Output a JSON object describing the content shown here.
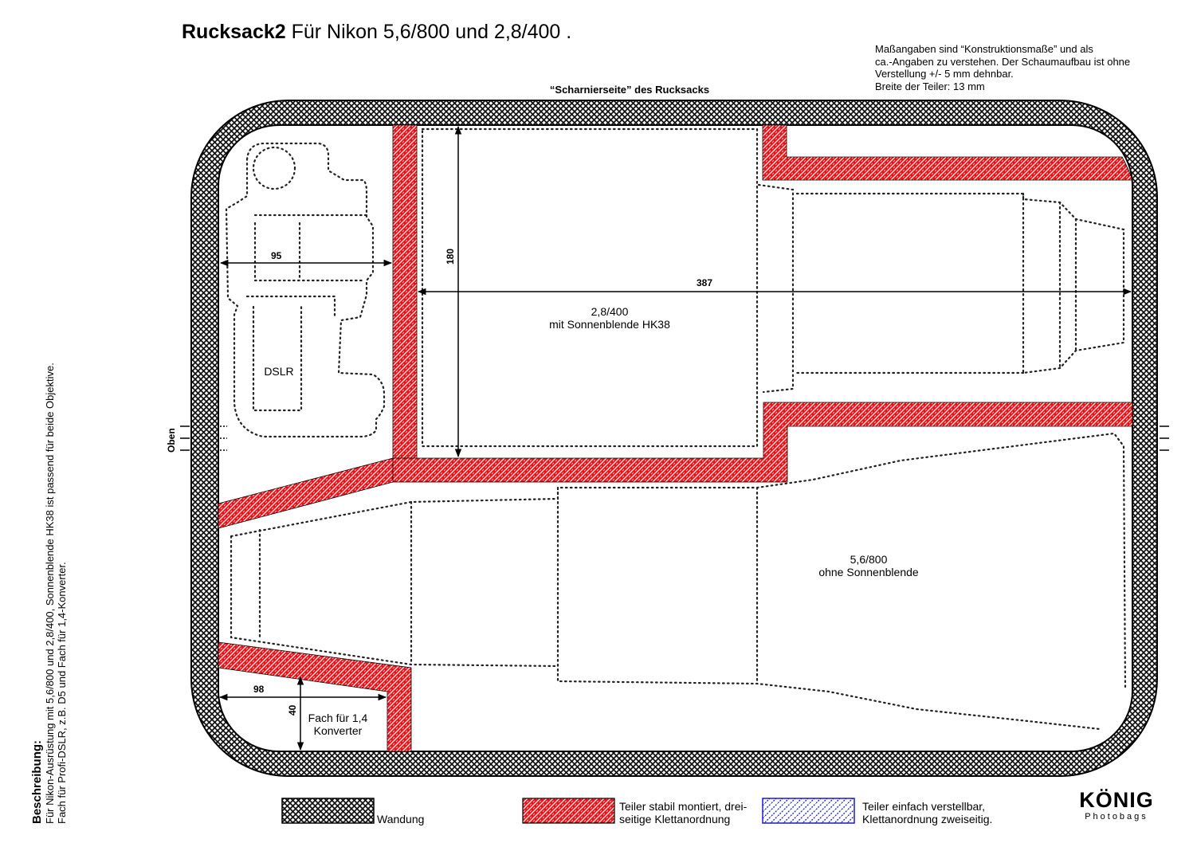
{
  "header": {
    "title_bold": "Rucksack2",
    "title_rest": " Für Nikon 5,6/800 und 2,8/400 .",
    "hinge_label": "“Scharnierseite” des Rucksacks"
  },
  "note": {
    "line1": "Maßangaben sind “Konstruktionsmaße” und als",
    "line2": "ca.-Angaben zu verstehen. Der Schaumaufbau ist ohne",
    "line3": "Verstellung +/- 5 mm dehnbar.",
    "line4": "Breite der Teiler: 13 mm"
  },
  "compartments": {
    "dslr": "DSLR",
    "lens400_line1": "2,8/400",
    "lens400_line2": "mit Sonnenblende HK38",
    "lens800_line1": "5,6/800",
    "lens800_line2": "ohne Sonnenblende",
    "converter_line1": "Fach für 1,4",
    "converter_line2": "Konverter",
    "top_side": "Oben"
  },
  "dimensions": {
    "d95": "95",
    "d180": "180",
    "d387": "387",
    "d98": "98",
    "d40": "40"
  },
  "description": {
    "heading": "Beschreibung:",
    "line1": "Für Nikon-Ausrüstung mit 5,6/800 und 2,8/400, Sonnenblende HK38 ist passend für beide Objektive.",
    "line2": "Fach für Profi-DSLR, z.B. D5 und Fach für 1,4-Konverter."
  },
  "legend": {
    "wall": "Wandung",
    "fixed_line1": "Teiler stabil montiert, drei-",
    "fixed_line2": "seitige Klettanordnung",
    "adjustable_line1": "Teiler einfach verstellbar,",
    "adjustable_line2": "Klettanordnung zweiseitig."
  },
  "colors": {
    "fixed_divider": "#e8141b",
    "adjustable_divider": "#1a1ad6",
    "wall": "#1a1a1a"
  },
  "logo": {
    "name": "KÖNIG",
    "sub": "Photobags"
  }
}
